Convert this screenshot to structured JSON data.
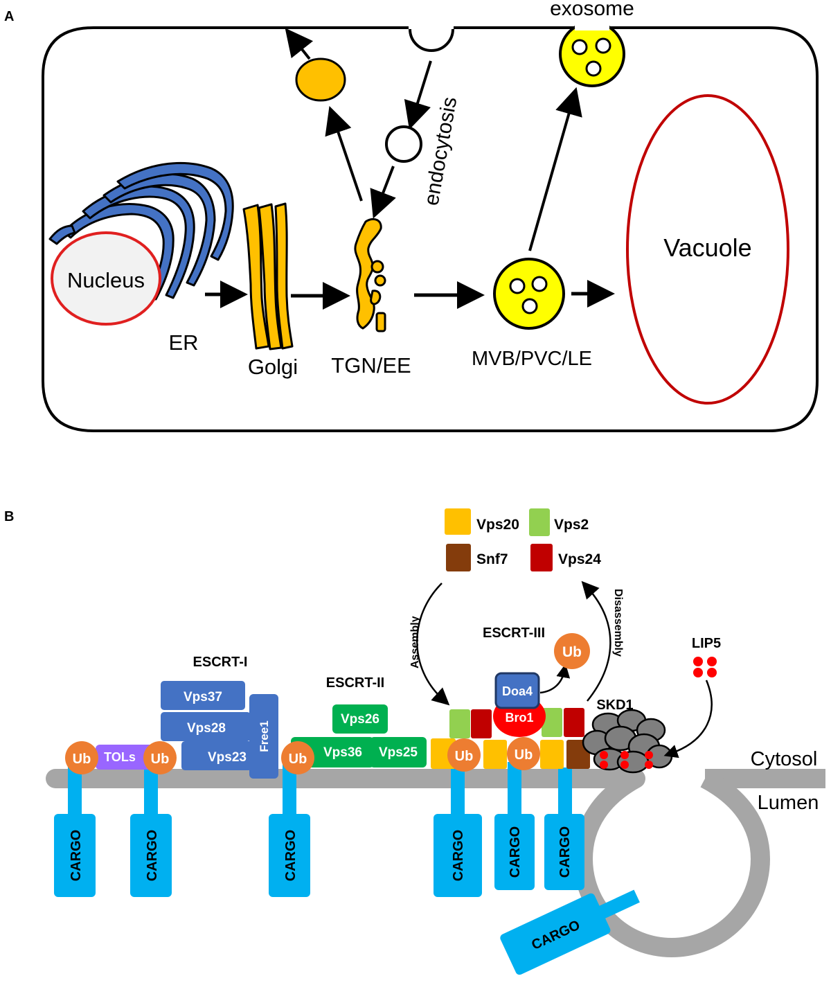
{
  "panel_a": {
    "letter": "A",
    "labels": {
      "exosome": "exosome",
      "endocytosis": "endocytosis",
      "nucleus": "Nucleus",
      "er": "ER",
      "golgi": "Golgi",
      "tgn_ee": "TGN/EE",
      "mvb": "MVB/PVC/LE",
      "vacuole": "Vacuole"
    }
  },
  "panel_b": {
    "letter": "B",
    "legend": [
      {
        "label": "Vps20",
        "color": "#FFC000"
      },
      {
        "label": "Vps2",
        "color": "#92D050"
      },
      {
        "label": "Snf7",
        "color": "#843C0C"
      },
      {
        "label": "Vps24",
        "color": "#C00000"
      }
    ],
    "labels": {
      "assembly": "Assembly",
      "disassembly": "Disassembly",
      "escrt1": "ESCRT-I",
      "escrt2": "ESCRT-II",
      "escrt3": "ESCRT-III",
      "lip5": "LIP5",
      "skd1": "SKD1",
      "cytosol": "Cytosol",
      "lumen": "Lumen",
      "vps37": "Vps37",
      "vps28": "Vps28",
      "vps23": "Vps23",
      "free1": "Free1",
      "tols": "TOLs",
      "vps26": "Vps26",
      "vps36": "Vps36",
      "vps25": "Vps25",
      "doa4": "Doa4",
      "bro1": "Bro1",
      "ub": "Ub",
      "cargo": "CARGO"
    }
  },
  "colors": {
    "golgi": "#FFC000",
    "er": "#4472C4",
    "nucleus_outline": "#E02020",
    "vacuole_outline": "#C00000",
    "exosome_fill": "#FFFF00",
    "cargo": "#00B0F0",
    "ub": "#ED7D31",
    "escrt1": "#4472C4",
    "escrt2": "#00B050",
    "tols": "#9966FF",
    "membrane": "#A6A6A6",
    "skd1": "#7F7F7F",
    "lip5": "#FF0000"
  }
}
